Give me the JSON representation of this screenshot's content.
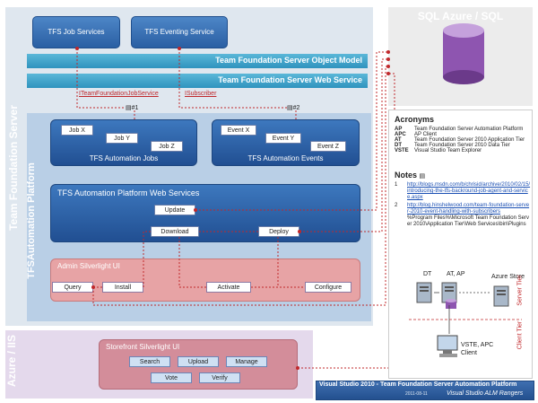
{
  "regions": {
    "tfs": "Team Foundation Server",
    "tap": "TFSAutomation Platform",
    "azure": "Azure / IIS",
    "sql": "SQL Azure / SQL"
  },
  "services": {
    "job": "TFS Job Services",
    "eventing": "TFS Eventing Service"
  },
  "bars": {
    "object_model": "Team Foundation Server Object Model",
    "web_service": "Team Foundation Server Web Service"
  },
  "interfaces": {
    "job": "ITeamFoundationJobService",
    "subscriber": "ISubscriber"
  },
  "connectors": {
    "c1": "#1",
    "c2": "#2"
  },
  "jobs": {
    "title": "TFS Automation Jobs",
    "items": [
      "Job X",
      "Job Y",
      "Job Z"
    ]
  },
  "events": {
    "title": "TFS Automation Events",
    "items": [
      "Event X",
      "Event Y",
      "Event Z"
    ]
  },
  "web_services": {
    "title": "TFS Automation Platform Web Services",
    "update": "Update",
    "download": "Download",
    "deploy": "Deploy"
  },
  "admin": {
    "title": "Admin Silverlight UI",
    "query": "Query",
    "install": "Install",
    "activate": "Activate",
    "configure": "Configure"
  },
  "storefront": {
    "title": "Storefront Silverlight UI",
    "search": "Search",
    "upload": "Upload",
    "manage": "Manage",
    "vote": "Vote",
    "verify": "Verify"
  },
  "acronyms": {
    "title": "Acronyms",
    "items": [
      {
        "k": "AP",
        "v": "Team Foundation Server Automation Platform"
      },
      {
        "k": "APC",
        "v": "AP Client"
      },
      {
        "k": "AT",
        "v": "Team Foundation Server 2010 Application Tier"
      },
      {
        "k": "DT",
        "v": "Team Foundation Server 2010 Data Tier"
      },
      {
        "k": "VSTE",
        "v": "Visual Studio Team Explorer"
      }
    ]
  },
  "notes": {
    "title": "Notes",
    "n1": "1",
    "n1_link": "http://blogs.msdn.com/b/chrisid/archive/2010/02/15/introducing-the-tfs-backround-job-agent-and-service.aspx",
    "n2": "2",
    "n2_link": "http://blog.hinshelwood.com/team-foundation-server-2010-event-handling-with-subscribers",
    "n2_path": "%Program Files%\\Microsoft Team Foundation Server 2010\\Application Tier\\Web Services\\bin\\Plugins"
  },
  "topology": {
    "dt": "DT",
    "at": "AT, AP",
    "azure_store": "Azure Store",
    "client": "VSTE, APC Client",
    "server_tier": "Server Tier",
    "client_tier": "Client Tier"
  },
  "footer": {
    "title": "Visual Studio 2010  - Team Foundation Server Automation Platform",
    "date": "2011-08-11",
    "team": "Visual Studio ALM Rangers"
  },
  "colors": {
    "accent_red": "#c0282b",
    "blue_dark": "#2a5fa3",
    "bar_teal": "#3aa3cc",
    "sql_purple": "#8e55b0"
  }
}
